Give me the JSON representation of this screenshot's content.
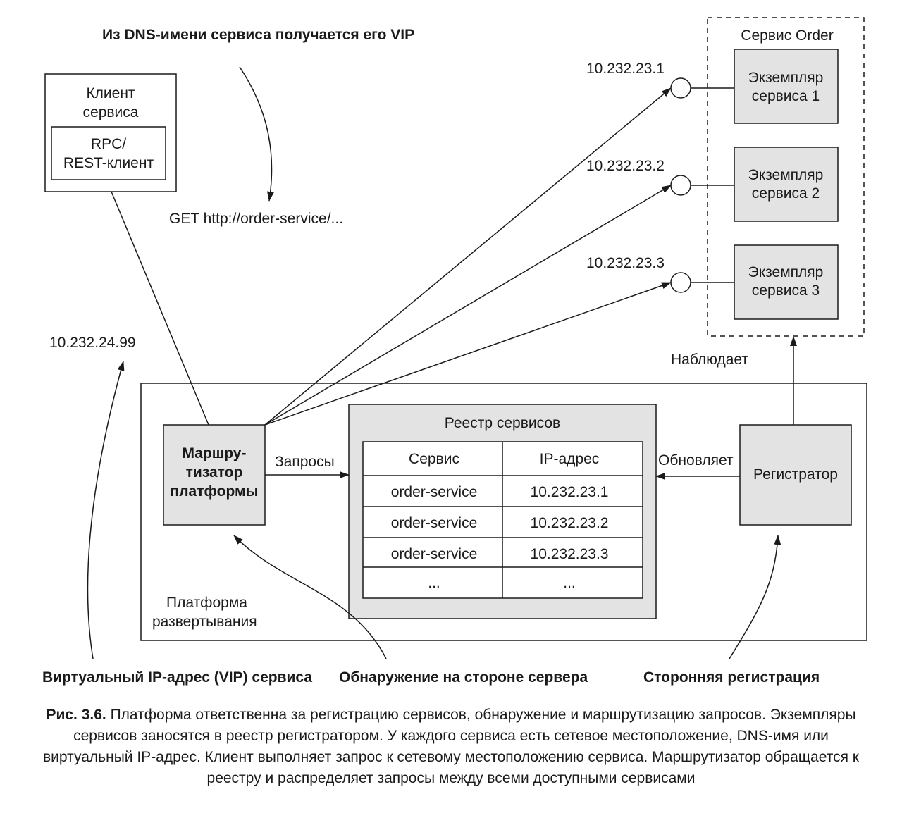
{
  "annotations": {
    "dns_to_vip": "Из DNS-имени сервиса получается его VIP",
    "get_request": "GET http://order-service/...",
    "vip_address": "10.232.24.99",
    "vip_label": "Виртуальный IP-адрес (VIP) сервиса",
    "server_discovery": "Обнаружение на стороне сервера",
    "third_party_registration": "Сторонняя регистрация",
    "observes": "Наблюдает",
    "requests": "Запросы",
    "updates": "Обновляет"
  },
  "client": {
    "title_line1": "Клиент",
    "title_line2": "сервиса",
    "inner_line1": "RPC/",
    "inner_line2": "REST-клиент"
  },
  "order_service": {
    "title": "Сервис Order",
    "instances": [
      {
        "ip": "10.232.23.1",
        "line1": "Экземпляр",
        "line2": "сервиса 1"
      },
      {
        "ip": "10.232.23.2",
        "line1": "Экземпляр",
        "line2": "сервиса 2"
      },
      {
        "ip": "10.232.23.3",
        "line1": "Экземпляр",
        "line2": "сервиса 3"
      }
    ]
  },
  "platform": {
    "label_line1": "Платформа",
    "label_line2": "развертывания",
    "router_line1": "Маршру-",
    "router_line2": "тизатор",
    "router_line3": "платформы",
    "registrar": "Регистратор"
  },
  "registry": {
    "title": "Реестр сервисов",
    "headers": [
      "Сервис",
      "IP-адрес"
    ],
    "rows": [
      [
        "order-service",
        "10.232.23.1"
      ],
      [
        "order-service",
        "10.232.23.2"
      ],
      [
        "order-service",
        "10.232.23.3"
      ],
      [
        "...",
        "..."
      ]
    ]
  },
  "caption": {
    "label": "Рис. 3.6.",
    "text": "Платформа ответственна за регистрацию сервисов, обнаружение и маршрутизацию запросов. Экземпляры сервисов заносятся в реестр регистратором. У каждого сервиса есть сетевое местоположение, DNS-имя или виртуальный IP-адрес. Клиент выполняет запрос к сетевому местоположению сервиса. Маршрутизатор обращается к реестру и распределяет запросы между всеми доступными сервисами"
  }
}
